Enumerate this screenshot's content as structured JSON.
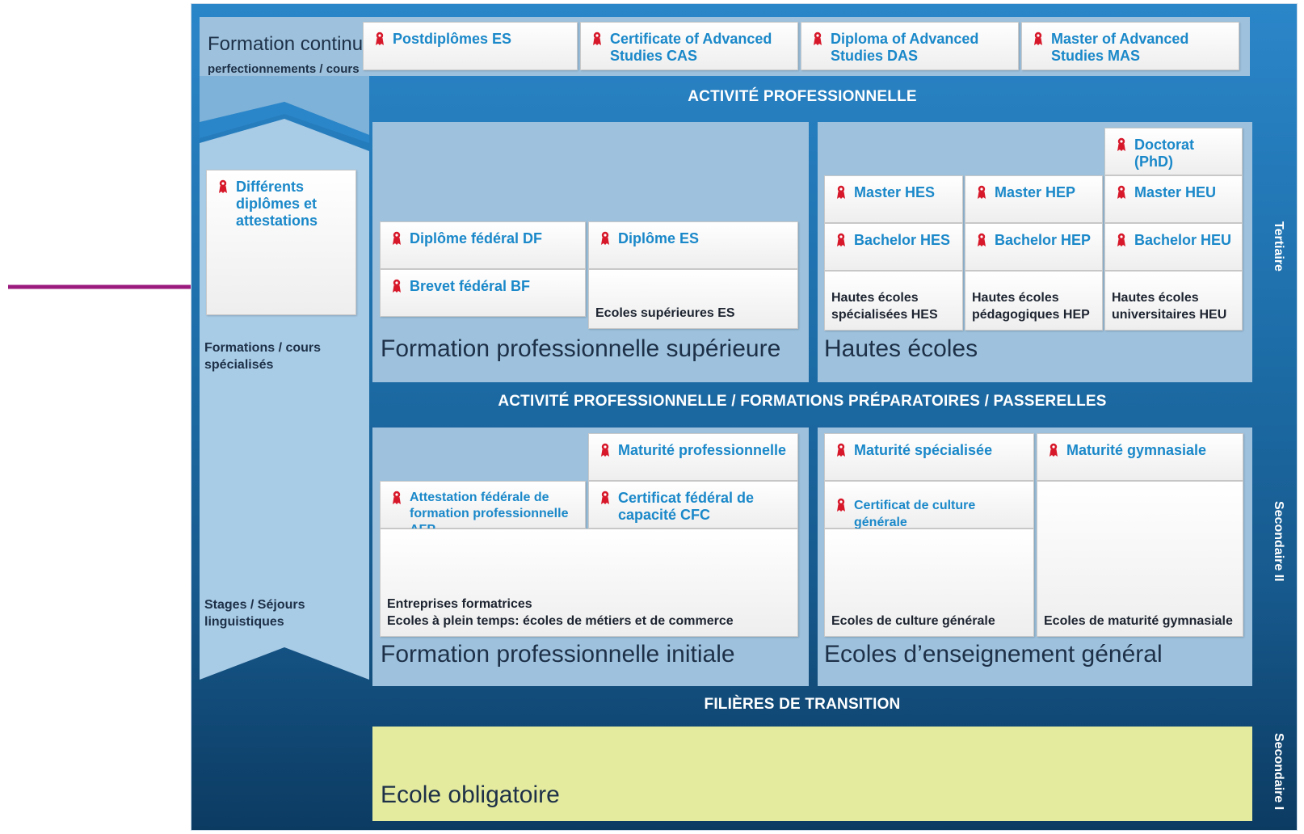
{
  "colors": {
    "arrow": "#9b1a7e",
    "diploma_text": "#1a88c9",
    "ribbon": "#d7182a",
    "compulsory": "#e4eb9f"
  },
  "icon": "ribbon-award-icon",
  "continuing": {
    "title": "Formation continue",
    "subtitle": "perfectionnements / cours",
    "items": [
      "Postdiplômes ES",
      "Certificate of Advanced Studies CAS",
      "Diploma of Advanced Studies DAS",
      "Master of Advanced Studies MAS"
    ]
  },
  "left": {
    "card_label": "Différents diplômes et attestations",
    "formations": "Formations / cours spécialisés",
    "stages": "Stages / Séjours linguistiques"
  },
  "bands": {
    "top": "ACTIVITÉ PROFESSIONNELLE",
    "middle": "ACTIVITÉ PROFESSIONNELLE / FORMATIONS PRÉPARATOIRES / PASSERELLES",
    "bottom": "FILIÈRES DE TRANSITION"
  },
  "levels": {
    "tertiary": "Tertiaire",
    "secondary2": "Secondaire II",
    "secondary1": "Secondaire I"
  },
  "fps": {
    "title": "Formation professionnelle supérieure",
    "df": "Diplôme fédéral DF",
    "bf": "Brevet fédéral BF",
    "es": "Diplôme ES",
    "es_school": "Ecoles supérieures ES"
  },
  "he": {
    "title": "Hautes écoles",
    "phd": "Doctorat (PhD)",
    "master_hes": "Master HES",
    "master_hep": "Master HEP",
    "master_heu": "Master HEU",
    "bachelor_hes": "Bachelor HES",
    "bachelor_hep": "Bachelor HEP",
    "bachelor_heu": "Bachelor HEU",
    "school_hes": "Hautes écoles spécialisées HES",
    "school_hep": "Hautes écoles pédagogiques HEP",
    "school_heu": "Hautes écoles universitaires HEU"
  },
  "fpi": {
    "title": "Formation professionnelle initiale",
    "matu_pro": "Maturité professionnelle",
    "afp": "Attestation fédérale de formation professionnelle AFP",
    "cfc": "Certificat fédéral de capacité CFC",
    "schools_1": "Entreprises formatrices",
    "schools_2": "Ecoles à plein temps: écoles de métiers et de commerce"
  },
  "eeg": {
    "title": "Ecoles d’enseignement général",
    "matu_spec": "Maturité spécialisée",
    "matu_gym": "Maturité gymnasiale",
    "ccg": "Certificat de culture générale",
    "school_ecg": "Ecoles de culture générale",
    "school_gym": "Ecoles de maturité gymnasiale"
  },
  "compulsory": {
    "title": "Ecole obligatoire"
  }
}
